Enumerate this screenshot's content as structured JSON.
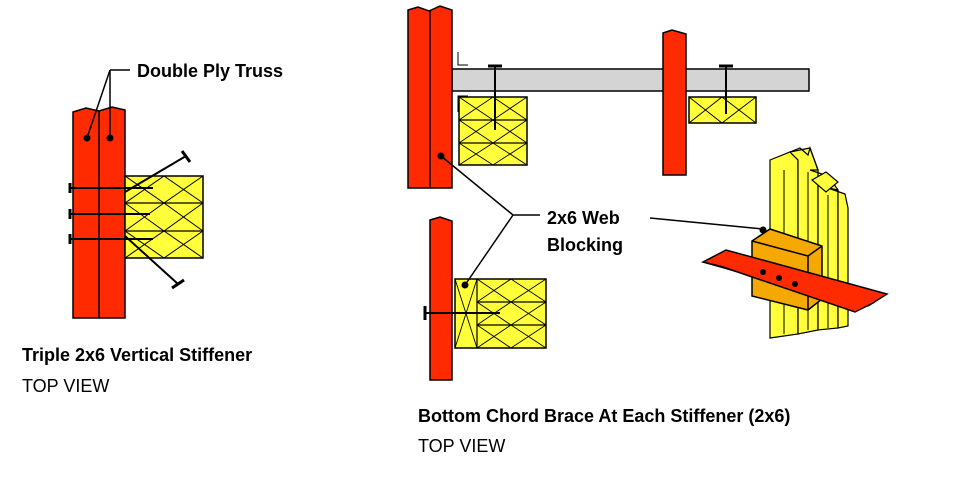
{
  "labels": {
    "double_ply_truss": "Double Ply Truss",
    "web_blocking_line1": "2x6 Web",
    "web_blocking_line2": "Blocking"
  },
  "captions": {
    "left_title": "Triple 2x6 Vertical Stiffener",
    "left_sub": "TOP VIEW",
    "right_title": "Bottom Chord Brace At Each Stiffener (2x6)",
    "right_sub": "TOP VIEW"
  },
  "colors": {
    "truss_red": "#ff2a00",
    "lumber_yellow": "#ffff3c",
    "gray_chord": "#d4d4d4",
    "orange_block": "#f5a800",
    "outline": "#000000"
  }
}
